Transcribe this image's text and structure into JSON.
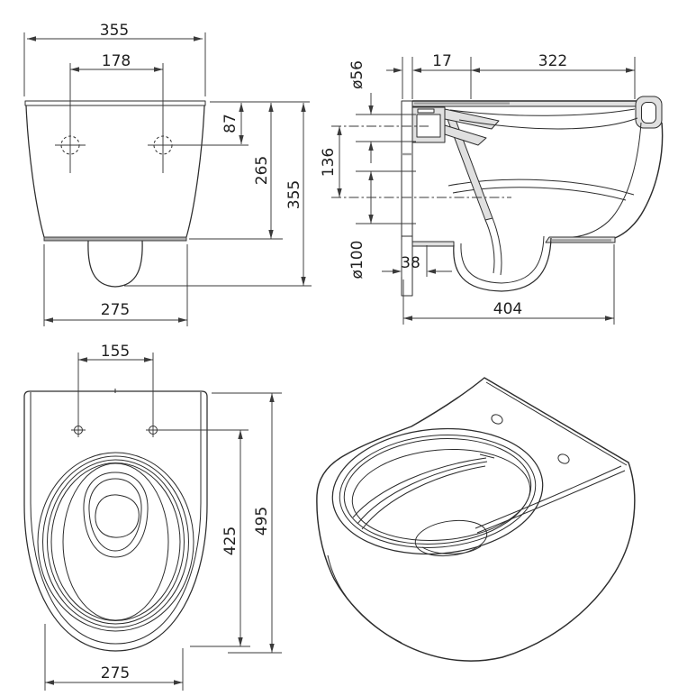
{
  "drawing": {
    "type": "technical-dimension-drawing",
    "subject": "wall-hung toilet, four orthographic/perspective views",
    "colors": {
      "background": "#ffffff",
      "line": "#2d2d2d",
      "dim": "#3a3a3a",
      "section_fill": "#e0e0e0",
      "shade": "#9e9e9e",
      "text": "#1f1f1f"
    }
  },
  "views": {
    "front": {
      "label": "front elevation",
      "dims": {
        "overall_width": "355",
        "bolt_spacing": "178",
        "bolt_offset": "87",
        "body_height": "265",
        "overall_height": "355",
        "bottom_width": "275"
      }
    },
    "side": {
      "label": "side section",
      "dims": {
        "inlet_diameter": "ø56",
        "mount_offset": "17",
        "rim_depth": "322",
        "port_spacing": "136",
        "outlet_diameter": "ø100",
        "outlet_offset": "38",
        "overall_depth": "404"
      }
    },
    "plan": {
      "label": "plan view",
      "dims": {
        "bolt_spacing": "155",
        "bowl_depth": "425",
        "overall_depth": "495",
        "front_width": "275"
      }
    },
    "iso": {
      "label": "perspective view"
    }
  }
}
